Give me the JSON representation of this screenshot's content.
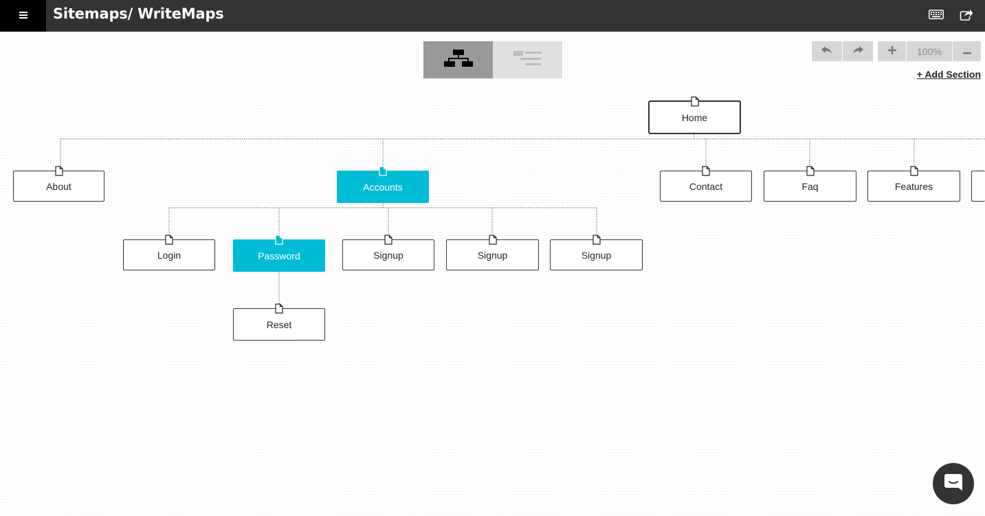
{
  "header": {
    "title": "Sitemaps/ WriteMaps"
  },
  "toolbar": {
    "zoom_level": "100%",
    "add_section_label": "+ Add Section"
  },
  "sitemap": {
    "home": "Home",
    "level1": [
      "About",
      "Accounts",
      "Contact",
      "Faq",
      "Features"
    ],
    "accounts_children": [
      "Login",
      "Password",
      "Signup",
      "Signup",
      "Signup"
    ],
    "password_children": [
      "Reset"
    ],
    "selected_pages": [
      "Accounts",
      "Password"
    ]
  },
  "colors": {
    "topbar": "#333333",
    "selected_node": "#00bcd4",
    "active_view": "#999999"
  }
}
